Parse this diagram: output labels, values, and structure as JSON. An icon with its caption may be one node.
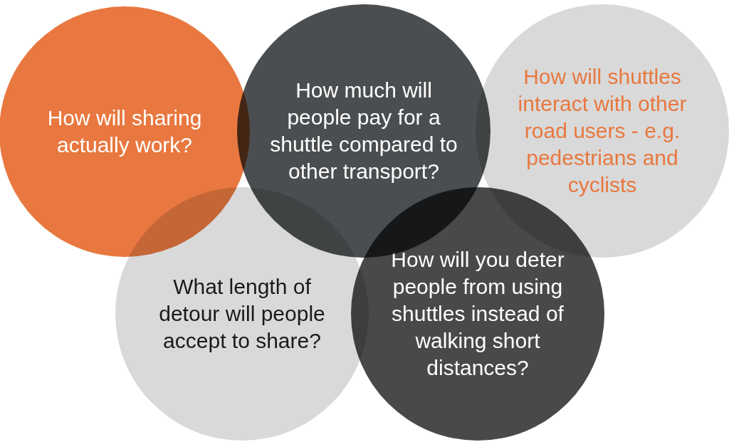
{
  "diagram": {
    "nodes": [
      {
        "text": [
          "How will sharing actually work?"
        ]
      },
      {
        "text": [
          "How much will people pay for a shuttle compared to other transport?"
        ]
      },
      {
        "text": [
          "How will shuttles interact with other road users - e.g. pedestrians and cyclists"
        ]
      },
      {
        "text": [
          "What length of detour will people accept to share?"
        ]
      },
      {
        "text": [
          "How will you deter people from using shuttles instead of walking short distances?"
        ]
      }
    ]
  }
}
